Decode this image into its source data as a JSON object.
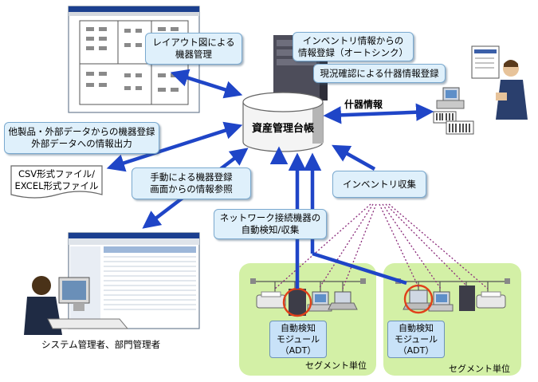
{
  "center": {
    "label": "資産管理台帳"
  },
  "callouts": {
    "layout": [
      "レイアウト図による",
      "機器管理"
    ],
    "inventory_info": [
      "インベントリ情報からの",
      "情報登録（オートシンク）"
    ],
    "onsite": [
      "現況確認による什器情報登録"
    ],
    "fixtures": "什器情報",
    "external": [
      "他製品・外部データからの機器登録",
      "外部データへの情報出力"
    ],
    "csv": [
      "CSV形式ファイル/",
      "EXCEL形式ファイル"
    ],
    "manual": [
      "手動による機器登録",
      "画面からの情報参照"
    ],
    "inventory_collect": "インベントリ収集",
    "network": [
      "ネットワーク接続機器の",
      "自動検知/収集"
    ]
  },
  "admin_caption": "システム管理者、部門管理者",
  "segments": [
    {
      "label": "セグメント単位",
      "adt": [
        "自動検知",
        "モジュール",
        "（ADT）"
      ]
    },
    {
      "label": "セグメント単位",
      "adt": [
        "自動検知",
        "モジュール",
        "（ADT）"
      ]
    }
  ],
  "colors": {
    "arrow": "#1f45c7",
    "dotted": "#8a2a7a",
    "callout_bg": "#dff0fb",
    "segment_bg": "#d3f0a6",
    "highlight": "#e0401a"
  }
}
